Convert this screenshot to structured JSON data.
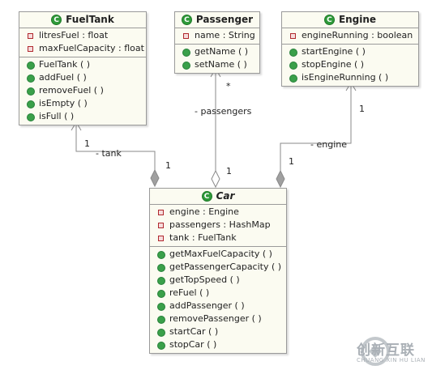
{
  "classes": {
    "fueltank": {
      "name": "FuelTank",
      "fields": [
        "litresFuel : float",
        "maxFuelCapacity : float"
      ],
      "methods": [
        "FuelTank ( )",
        "addFuel ( )",
        "removeFuel ( )",
        "isEmpty ( )",
        "isFull ( )"
      ]
    },
    "passenger": {
      "name": "Passenger",
      "fields": [
        "name : String"
      ],
      "methods": [
        "getName ( )",
        "setName ( )"
      ]
    },
    "engine": {
      "name": "Engine",
      "fields": [
        "engineRunning : boolean"
      ],
      "methods": [
        "startEngine ( )",
        "stopEngine ( )",
        "isEngineRunning ( )"
      ]
    },
    "car": {
      "name": "Car",
      "fields": [
        "engine : Engine",
        "passengers : HashMap",
        "tank : FuelTank"
      ],
      "methods": [
        "getMaxFuelCapacity ( )",
        "getPassengerCapacity ( )",
        "getTopSpeed ( )",
        "reFuel ( )",
        "addPassenger ( )",
        "removePassenger ( )",
        "startCar ( )",
        "stopCar ( )"
      ]
    }
  },
  "class_badge": "C",
  "associations": {
    "tank": {
      "role": "- tank",
      "mult_target": "1",
      "mult_source": "1"
    },
    "passengers": {
      "role": "- passengers",
      "mult_target": "*",
      "mult_source": "1"
    },
    "engine": {
      "role": "- engine",
      "mult_target": "1",
      "mult_source": "1"
    }
  },
  "watermark": {
    "text": "创新互联",
    "sub": "CHUANG XIN HU LIAN"
  },
  "colors": {
    "class_fill": "#fbfbf1",
    "border": "#9a9a9a",
    "badge": "#2f9a3a",
    "field_icon": "#b0282e",
    "method_icon": "#3aa04a"
  }
}
